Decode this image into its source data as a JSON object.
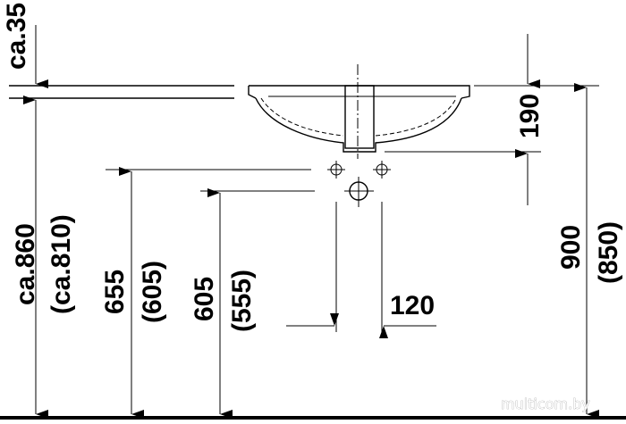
{
  "dimensions": {
    "top_gap": "ca.35",
    "floor_to_rim": "ca.860",
    "floor_to_rim_alt": "(ca.810)",
    "drain_height": "655",
    "drain_height_alt": "(605)",
    "tap_height": "605",
    "tap_height_alt": "(555)",
    "bowl_depth": "190",
    "rim_height": "900",
    "rim_height_alt": "(850)",
    "hole_spacing": "120"
  },
  "watermark": "multicom.by",
  "colors": {
    "line": "#000000",
    "background": "#ffffff",
    "floor": "#000000"
  }
}
